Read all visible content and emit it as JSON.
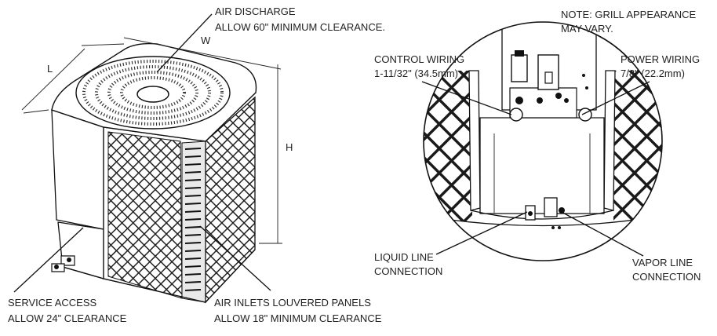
{
  "dimensions": {
    "length": "L",
    "width": "W",
    "height": "H"
  },
  "labels": {
    "air_discharge": [
      "AIR DISCHARGE",
      "ALLOW 60\" MINIMUM CLEARANCE."
    ],
    "note": [
      "NOTE: GRILL APPEARANCE",
      "MAY VARY."
    ],
    "control_wiring": [
      "CONTROL WIRING",
      "1-11/32\" (34.5mm)"
    ],
    "power_wiring": [
      "POWER WIRING",
      "7/8\" (22.2mm)"
    ],
    "service_access": [
      "SERVICE ACCESS",
      "ALLOW 24\" CLEARANCE"
    ],
    "air_inlets": [
      "AIR INLETS LOUVERED PANELS",
      "ALLOW 18\" MINIMUM CLEARANCE"
    ],
    "liquid_line": [
      "LIQUID LINE",
      "CONNECTION"
    ],
    "vapor_line": [
      "VAPOR LINE",
      "CONNECTION"
    ]
  }
}
